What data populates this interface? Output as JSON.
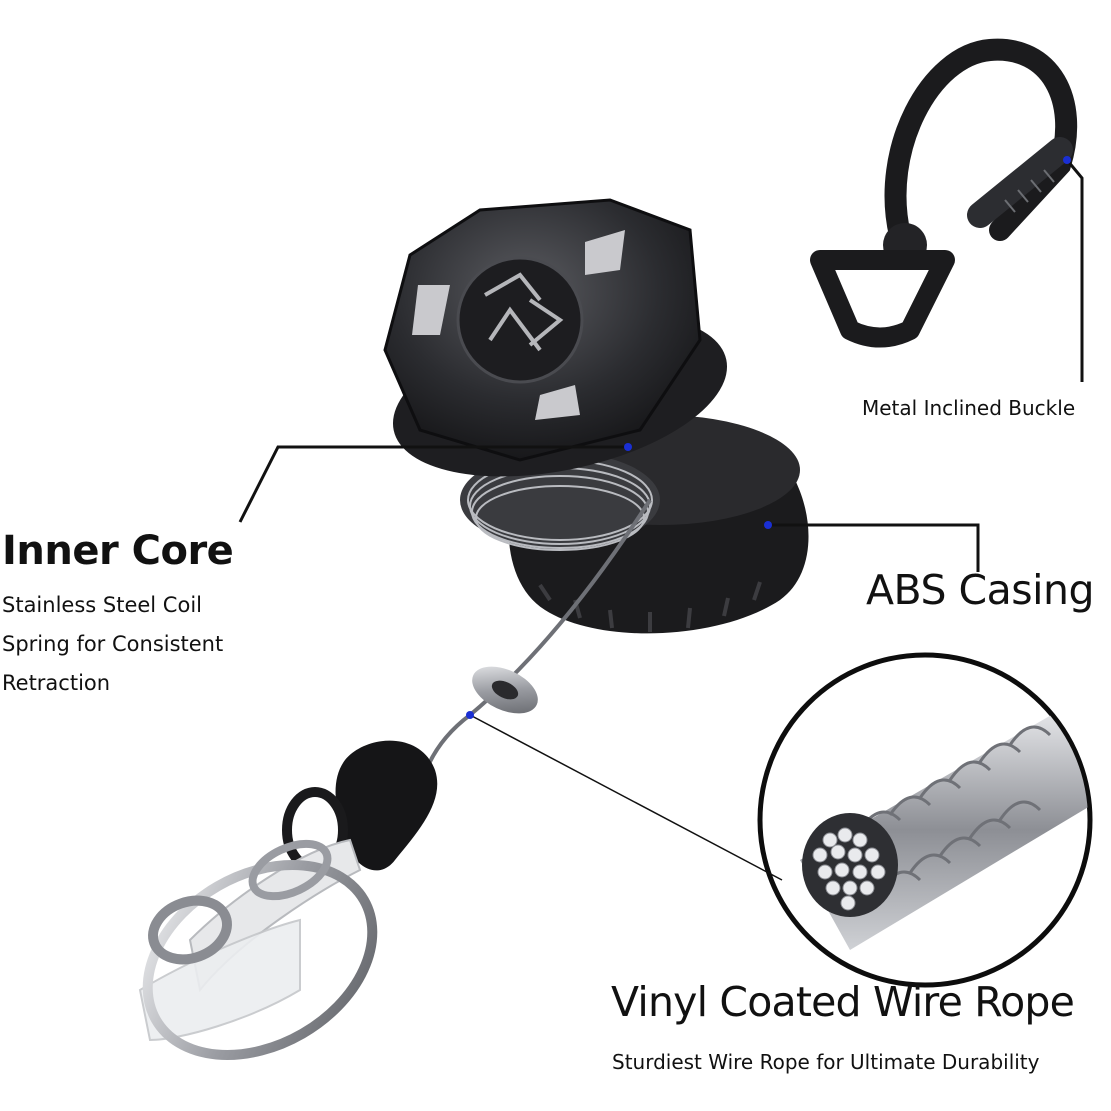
{
  "labels": {
    "inner_core": {
      "title": "Inner Core",
      "description": "Stainless Steel Coil Spring for Consistent Retraction"
    },
    "abs_casing": {
      "title": "ABS Casing"
    },
    "buckle": {
      "title": "Metal Inclined Buckle"
    },
    "wire_rope": {
      "title": "Vinyl Coated Wire Rope",
      "description": "Sturdiest Wire Rope for Ultimate Durability"
    }
  },
  "colors": {
    "background": "#ffffff",
    "product_dark": "#1c1c1e",
    "metal": "#8e9096",
    "pointer_dot": "#1a2fd4",
    "leader_line": "#111111"
  }
}
